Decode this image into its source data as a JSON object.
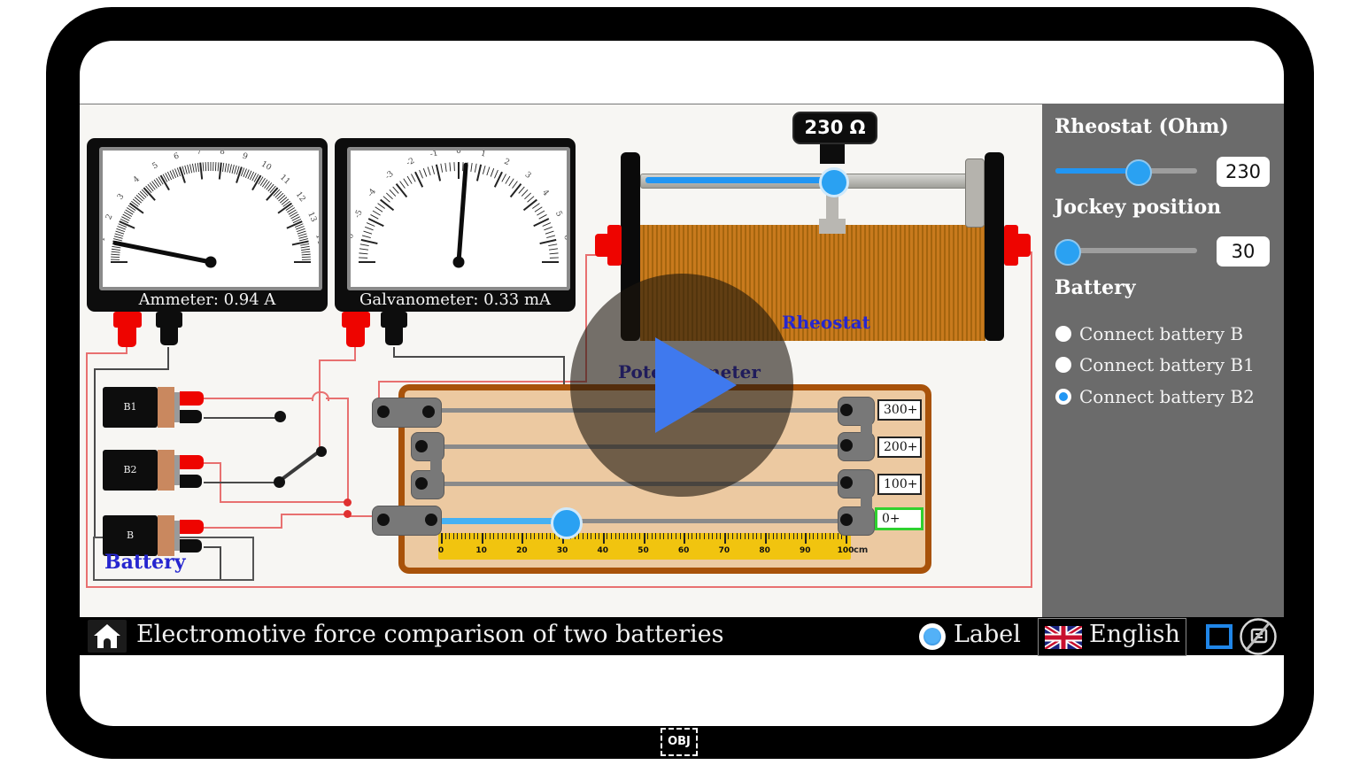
{
  "device": {
    "obj_label": "OBJ"
  },
  "titlebar": {
    "title": "Electromotive force comparison of two batteries",
    "label_toggle": {
      "label": "Label",
      "on": true
    },
    "language": {
      "label": "English"
    },
    "icons": [
      "home-icon",
      "uk-flag-icon",
      "fullscreen-icon",
      "screen-lock-icon"
    ]
  },
  "sidebar": {
    "accent_color": "#2196f3",
    "rheostat": {
      "label": "Rheostat (Ohm)",
      "value": 230,
      "min": 0,
      "max": 400
    },
    "jockey": {
      "label": "Jockey position",
      "value": 30,
      "min": 0,
      "max": 400
    },
    "battery": {
      "label": "Battery",
      "options": [
        {
          "label": "Connect battery B",
          "selected": false
        },
        {
          "label": "Connect battery B1",
          "selected": false
        },
        {
          "label": "Connect battery B2",
          "selected": true
        }
      ]
    }
  },
  "sim": {
    "ammeter": {
      "label": "Ammeter: 0.94 A",
      "min": 0,
      "max": 15,
      "value": 0.94,
      "major_step": 1,
      "minor_step": 0.125
    },
    "galvanometer": {
      "label": "Galvanometer: 0.33 mA",
      "min": -7,
      "max": 7,
      "value": 0.33,
      "major_step": 1,
      "minor_step": 0.2
    },
    "rheostat": {
      "badge": "230 Ω",
      "caption": "Rheostat"
    },
    "potentiometer": {
      "caption": "Potentiometer",
      "taps": [
        "300+",
        "200+",
        "100+",
        "0+"
      ],
      "ruler": {
        "min": 0,
        "max": 100,
        "major_step": 10,
        "unit": "cm"
      },
      "jockey_cm": 30
    },
    "batteries": [
      "B1",
      "B2",
      "B"
    ],
    "battery_caption": "Battery"
  }
}
